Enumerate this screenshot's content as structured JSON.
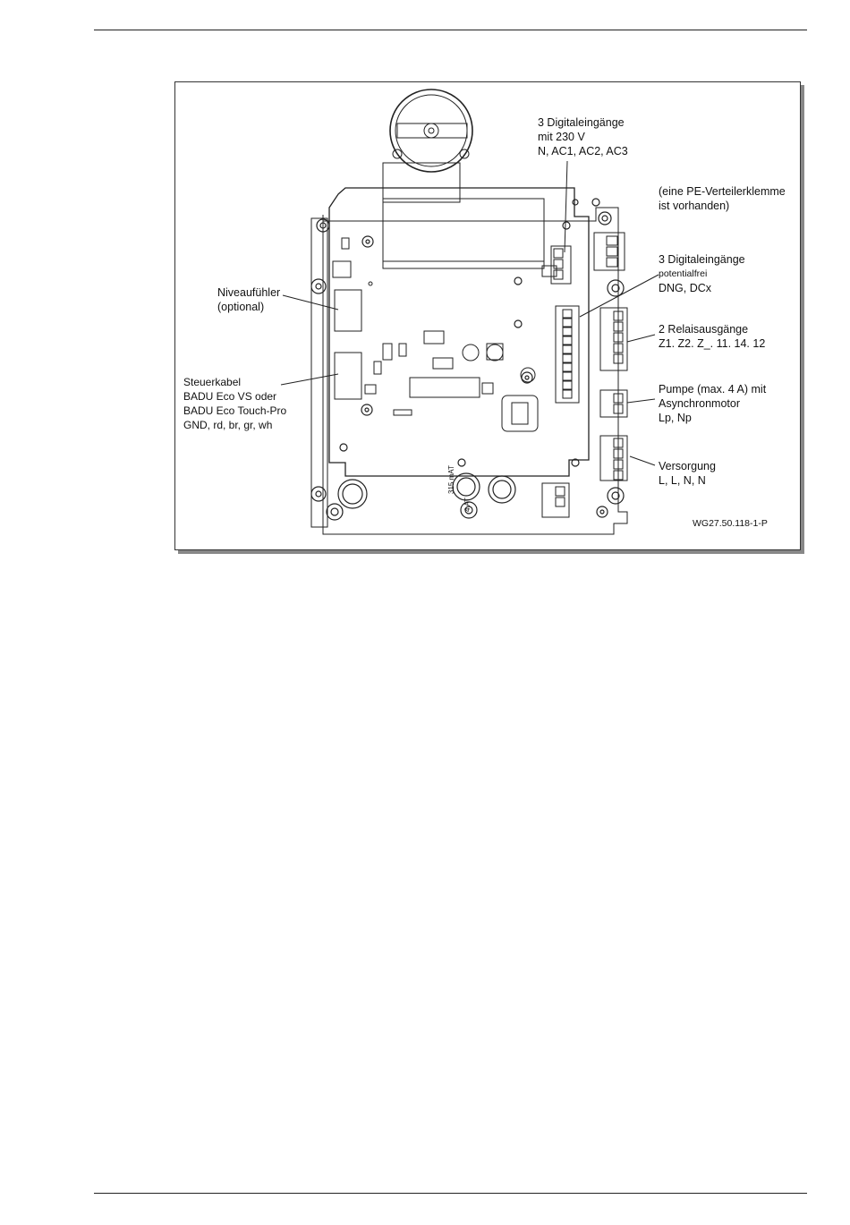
{
  "labels": {
    "digital_230": {
      "line1": "3 Digitaleingänge",
      "line2": "mit 230 V",
      "line3": "N, AC1, AC2, AC3"
    },
    "pe_terminal": {
      "line1": "(eine PE-Verteilerklemme",
      "line2": "ist vorhanden)"
    },
    "digital_free": {
      "line1": "3 Digitaleingänge",
      "line2": "potentialfrei",
      "line3": "DNG, DCx"
    },
    "relays": {
      "line1": "2 Relaisausgänge",
      "line2": "Z1. Z2. Z_. 11. 14. 12"
    },
    "pump": {
      "line1": "Pumpe (max. 4 A) mit",
      "line2": "Asynchronmotor",
      "line3": "Lp, Np"
    },
    "supply": {
      "line1": "Versorgung",
      "line2": "L, L, N, N"
    },
    "level": {
      "line1": "Niveaufühler",
      "line2": "(optional)"
    },
    "control": {
      "line1": "Steuerkabel",
      "line2": "BADU Eco VS oder",
      "line3": "BADU Eco Touch-Pro",
      "line4": "GND, rd, br, gr, wh"
    },
    "fuse1": "315 mAT",
    "fuse2": "4 AT",
    "figure_code": "WG27.50.118-1-P"
  }
}
